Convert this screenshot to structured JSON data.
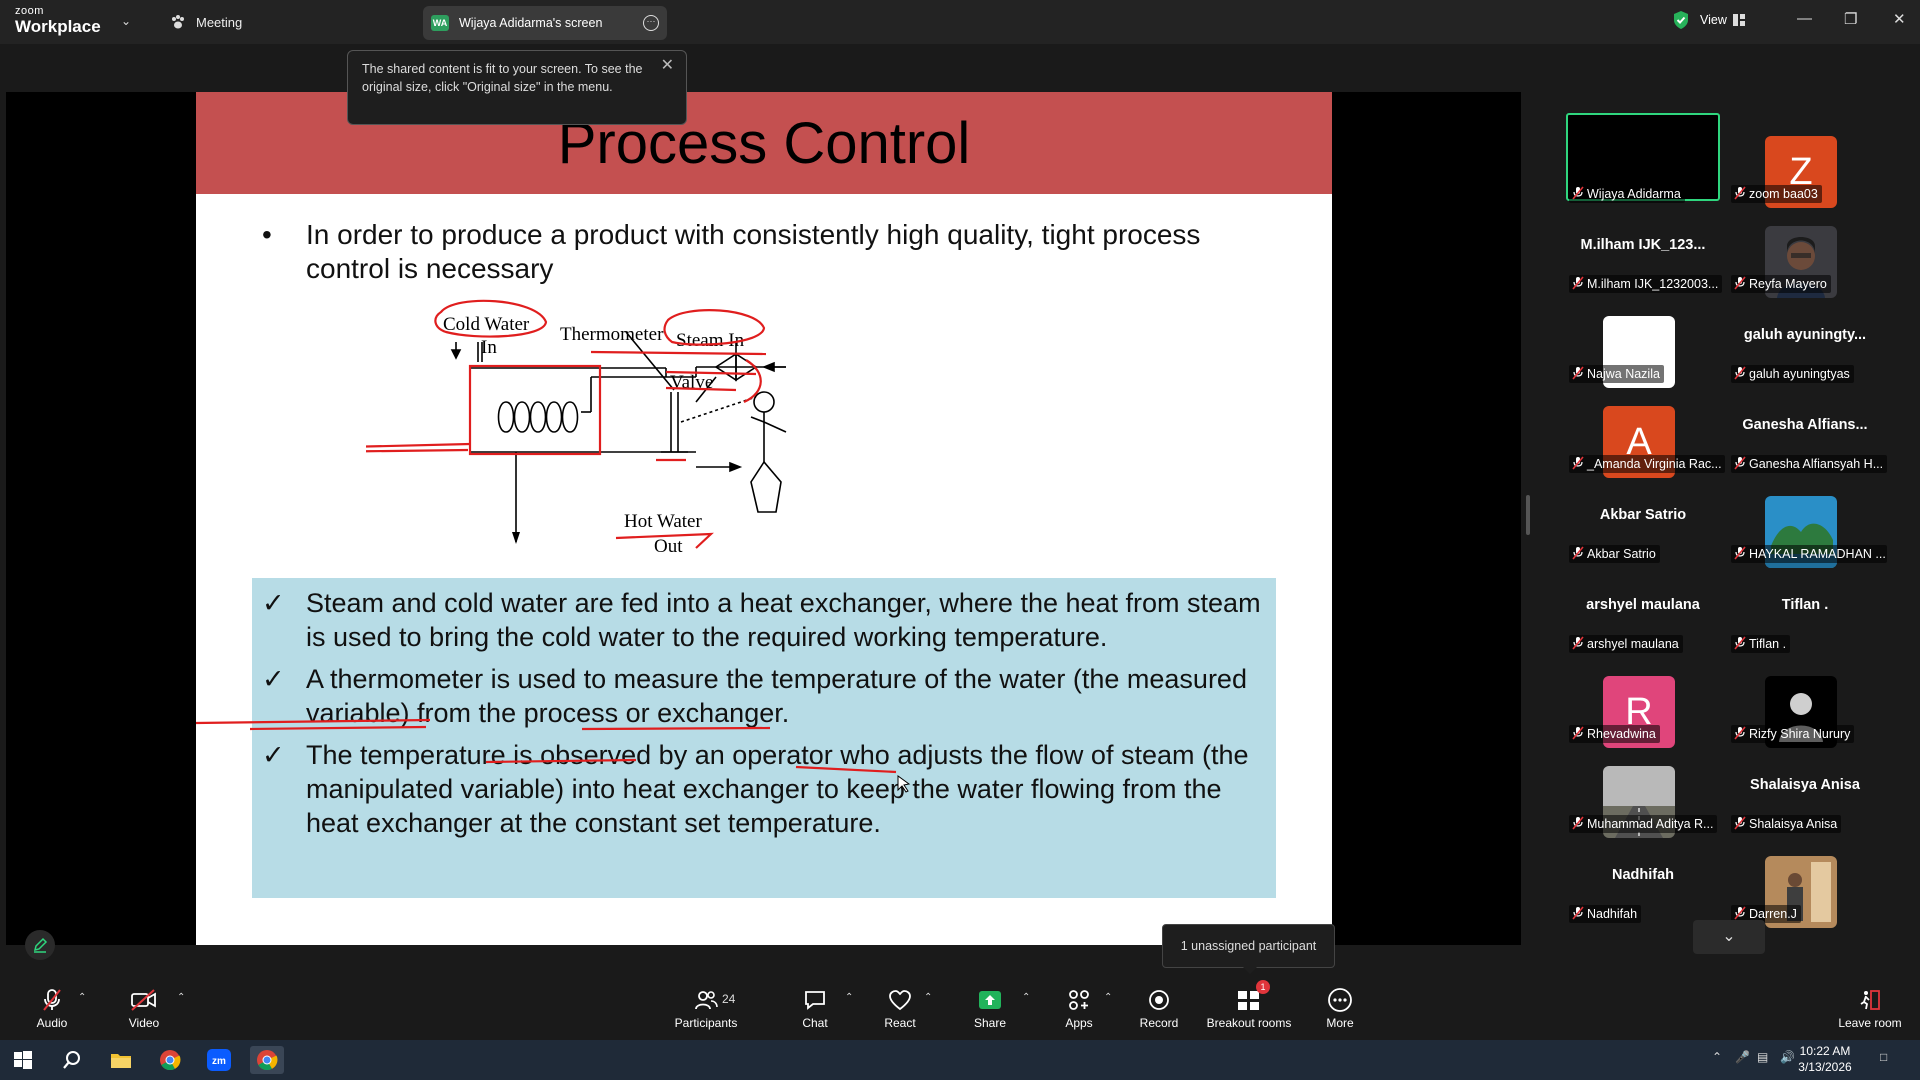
{
  "app": {
    "brand_top": "zoom",
    "brand_bottom": "Workplace",
    "meeting_tab": "Meeting",
    "screen_tab_badge": "WA",
    "screen_tab_label": "Wijaya Adidarma's screen",
    "view_label": "View"
  },
  "tooltip": {
    "text": "The shared content is fit to your screen. To see the original size, click \"Original size\" in the menu."
  },
  "slide": {
    "title": "Process Control",
    "bullet_mark": "•",
    "bullet": "In order to produce a product with consistently high quality, tight process control is necessary",
    "diagram_labels": {
      "cold_water": "Cold Water",
      "cold_in": "In",
      "thermometer": "Thermometer",
      "steam_in": "Steam In",
      "valve": "Valve",
      "hot_water": "Hot Water",
      "hot_out": "Out"
    },
    "check_mark": "✓",
    "checks": [
      "Steam and cold water are fed into a heat exchanger, where the heat from steam is used to bring the cold water to the required working temperature.",
      "A thermometer is used to measure the temperature of the water (the measured variable) from the process or exchanger.",
      "The temperature is observed by an operator who adjusts the flow of steam (the manipulated variable) into heat exchanger to keep the water flowing from the heat exchanger at the constant set temperature."
    ]
  },
  "participants": [
    {
      "name": "Wijaya Adidarma",
      "tile_name": "",
      "kind": "video",
      "active": true
    },
    {
      "name": "zoom baa03",
      "tile_name": "",
      "kind": "avatar",
      "letter": "Z",
      "color": "#d9481e"
    },
    {
      "name": "M.ilham IJK_1232003...",
      "tile_name": "M.ilham  IJK_123...",
      "kind": "name"
    },
    {
      "name": "Reyfa Mayero",
      "tile_name": "",
      "kind": "photo-person"
    },
    {
      "name": "Najwa Nazila",
      "tile_name": "",
      "kind": "white"
    },
    {
      "name": "galuh ayuningtyas",
      "tile_name": "galuh  ayuningty...",
      "kind": "name"
    },
    {
      "name": "_Amanda Virginia Rac...",
      "tile_name": "",
      "kind": "avatar",
      "letter": "A",
      "color": "#d9481e"
    },
    {
      "name": "Ganesha Alfiansyah H...",
      "tile_name": "Ganesha  Alfians...",
      "kind": "name"
    },
    {
      "name": "Akbar Satrio",
      "tile_name": "Akbar Satrio",
      "kind": "name"
    },
    {
      "name": "HAYKAL RAMADHAN ...",
      "tile_name": "",
      "kind": "photo-island"
    },
    {
      "name": "arshyel maulana",
      "tile_name": "arshyel maulana",
      "kind": "name"
    },
    {
      "name": "Tiflan .",
      "tile_name": "Tiflan .",
      "kind": "name"
    },
    {
      "name": "Rhevadwina",
      "tile_name": "",
      "kind": "avatar",
      "letter": "R",
      "color": "#e0457b"
    },
    {
      "name": "Rizfy Shira Nurury",
      "tile_name": "",
      "kind": "default"
    },
    {
      "name": "Muhammad Aditya R...",
      "tile_name": "",
      "kind": "photo-road"
    },
    {
      "name": "Shalaisya Anisa",
      "tile_name": "Shalaisya Anisa",
      "kind": "name"
    },
    {
      "name": "Nadhifah",
      "tile_name": "Nadhifah",
      "kind": "name"
    },
    {
      "name": "Darren.J",
      "tile_name": "",
      "kind": "photo-room"
    }
  ],
  "breakout_tip": "1 unassigned participant",
  "toolbar": {
    "audio": "Audio",
    "video": "Video",
    "participants": "Participants",
    "participant_count": "24",
    "chat": "Chat",
    "react": "React",
    "share": "Share",
    "apps": "Apps",
    "record": "Record",
    "breakout": "Breakout rooms",
    "breakout_badge": "1",
    "more": "More",
    "leave": "Leave room"
  },
  "taskbar": {
    "time": "10:22 AM",
    "date": "3/13/2026"
  },
  "colors": {
    "accent_green": "#2fd67e",
    "slide_header": "#c45050",
    "slide_box": "#b7dce6",
    "annotation_red": "#e01e1e"
  }
}
